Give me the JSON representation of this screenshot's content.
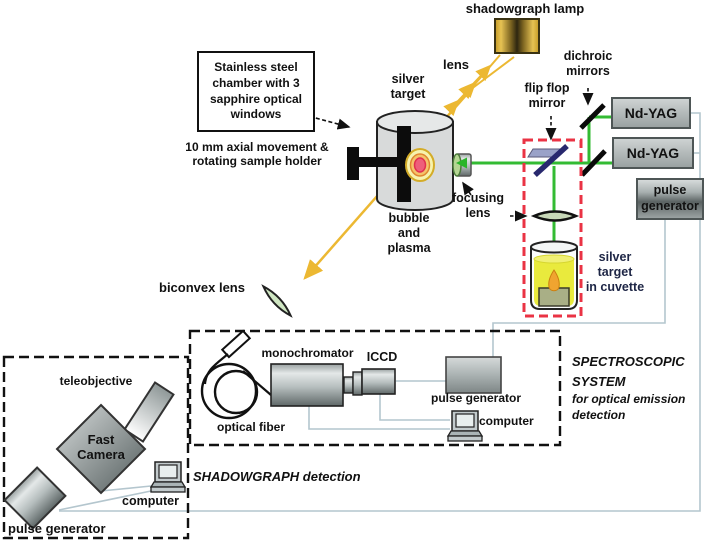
{
  "colors": {
    "beam_yellow": "#ecb832",
    "beam_green": "#33bb33",
    "wire_grey": "#b4c6ce",
    "red_dashed_box": "#ea3344",
    "cuvette_liquid": "#e9ea3d",
    "plasma_core": "#ee5f7a",
    "metal_grey": "#b6bcbc"
  },
  "labels": {
    "shadowgraph_lamp": "shadowgraph lamp",
    "lens": "lens",
    "silver_target": "silver\ntarget",
    "annotation_box": "Stainless steel\nchamber with 3\nsapphire optical\nwindows",
    "axial_movement": "10 mm axial movement &\nrotating sample holder",
    "dichroic_mirrors": "dichroic\nmirrors",
    "flip_flop_mirror": "flip flop\nmirror",
    "focusing_lens": "focusing\nlens",
    "bubble_plasma": "bubble\nand\nplasma",
    "silver_target_cuvette": "silver\ntarget\nin cuvette",
    "biconvex_lens": "biconvex lens",
    "monochromator": "monochromator",
    "iccd": "ICCD",
    "optical_fiber": "optical fiber",
    "teleobjective": "teleobjective",
    "fast_camera": "Fast\nCamera",
    "shadowgraph_detection_emph": "SHADOWGRAPH",
    "shadowgraph_detection_rest": " detection",
    "spectroscopic_line1": "SPECTROSCOPIC",
    "spectroscopic_line2": "SYSTEM",
    "spectroscopic_line3": "for optical emission",
    "spectroscopic_line4": "detection"
  },
  "devices": {
    "nd_yag_1": "Nd-YAG",
    "nd_yag_2": "Nd-YAG",
    "pulse_generator_lasers": "pulse\ngenerator",
    "pulse_generator_spectroscopic": "pulse generator",
    "pulse_generator_camera": "pulse generator",
    "computer_spectroscopic": "computer",
    "computer_camera": "computer"
  }
}
